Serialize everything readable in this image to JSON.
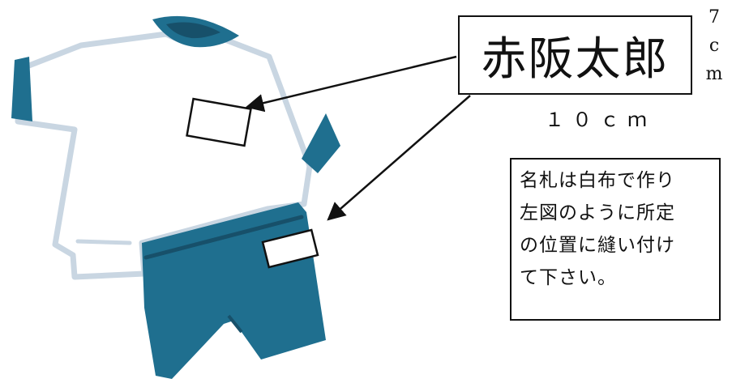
{
  "name_tag": {
    "text": "赤阪太郎"
  },
  "dimensions": {
    "height_chars": [
      "7",
      "c",
      "m"
    ],
    "width_label": "１０ｃｍ"
  },
  "instruction": {
    "lines": [
      "名札は白布で作り",
      "左図のように所定",
      "の位置に縫い付け",
      "て下さい。"
    ]
  },
  "colors": {
    "teal": "#1f6f8f",
    "teal_dark": "#17506a",
    "shirt_outline": "#c9d6e2",
    "ink": "#111111"
  },
  "icons": [
    "gym-shirt-icon",
    "gym-shorts-icon",
    "name-patch-icon",
    "arrow-icon"
  ]
}
